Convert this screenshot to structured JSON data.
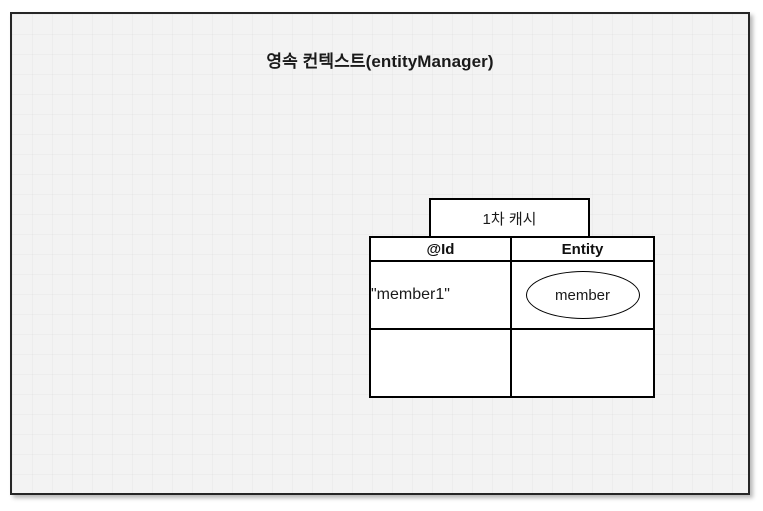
{
  "diagram": {
    "title": "영속 컨텍스트(entityManager)",
    "background_color": "#f3f3f3",
    "border_color": "#262626"
  },
  "cache": {
    "tab_label": "1차 캐시",
    "columns": [
      {
        "key": "id",
        "label": "@Id"
      },
      {
        "key": "entity",
        "label": "Entity"
      }
    ],
    "rows": [
      {
        "id": "\"member1\"",
        "entity": "member"
      },
      {
        "id": "",
        "entity": ""
      }
    ]
  }
}
